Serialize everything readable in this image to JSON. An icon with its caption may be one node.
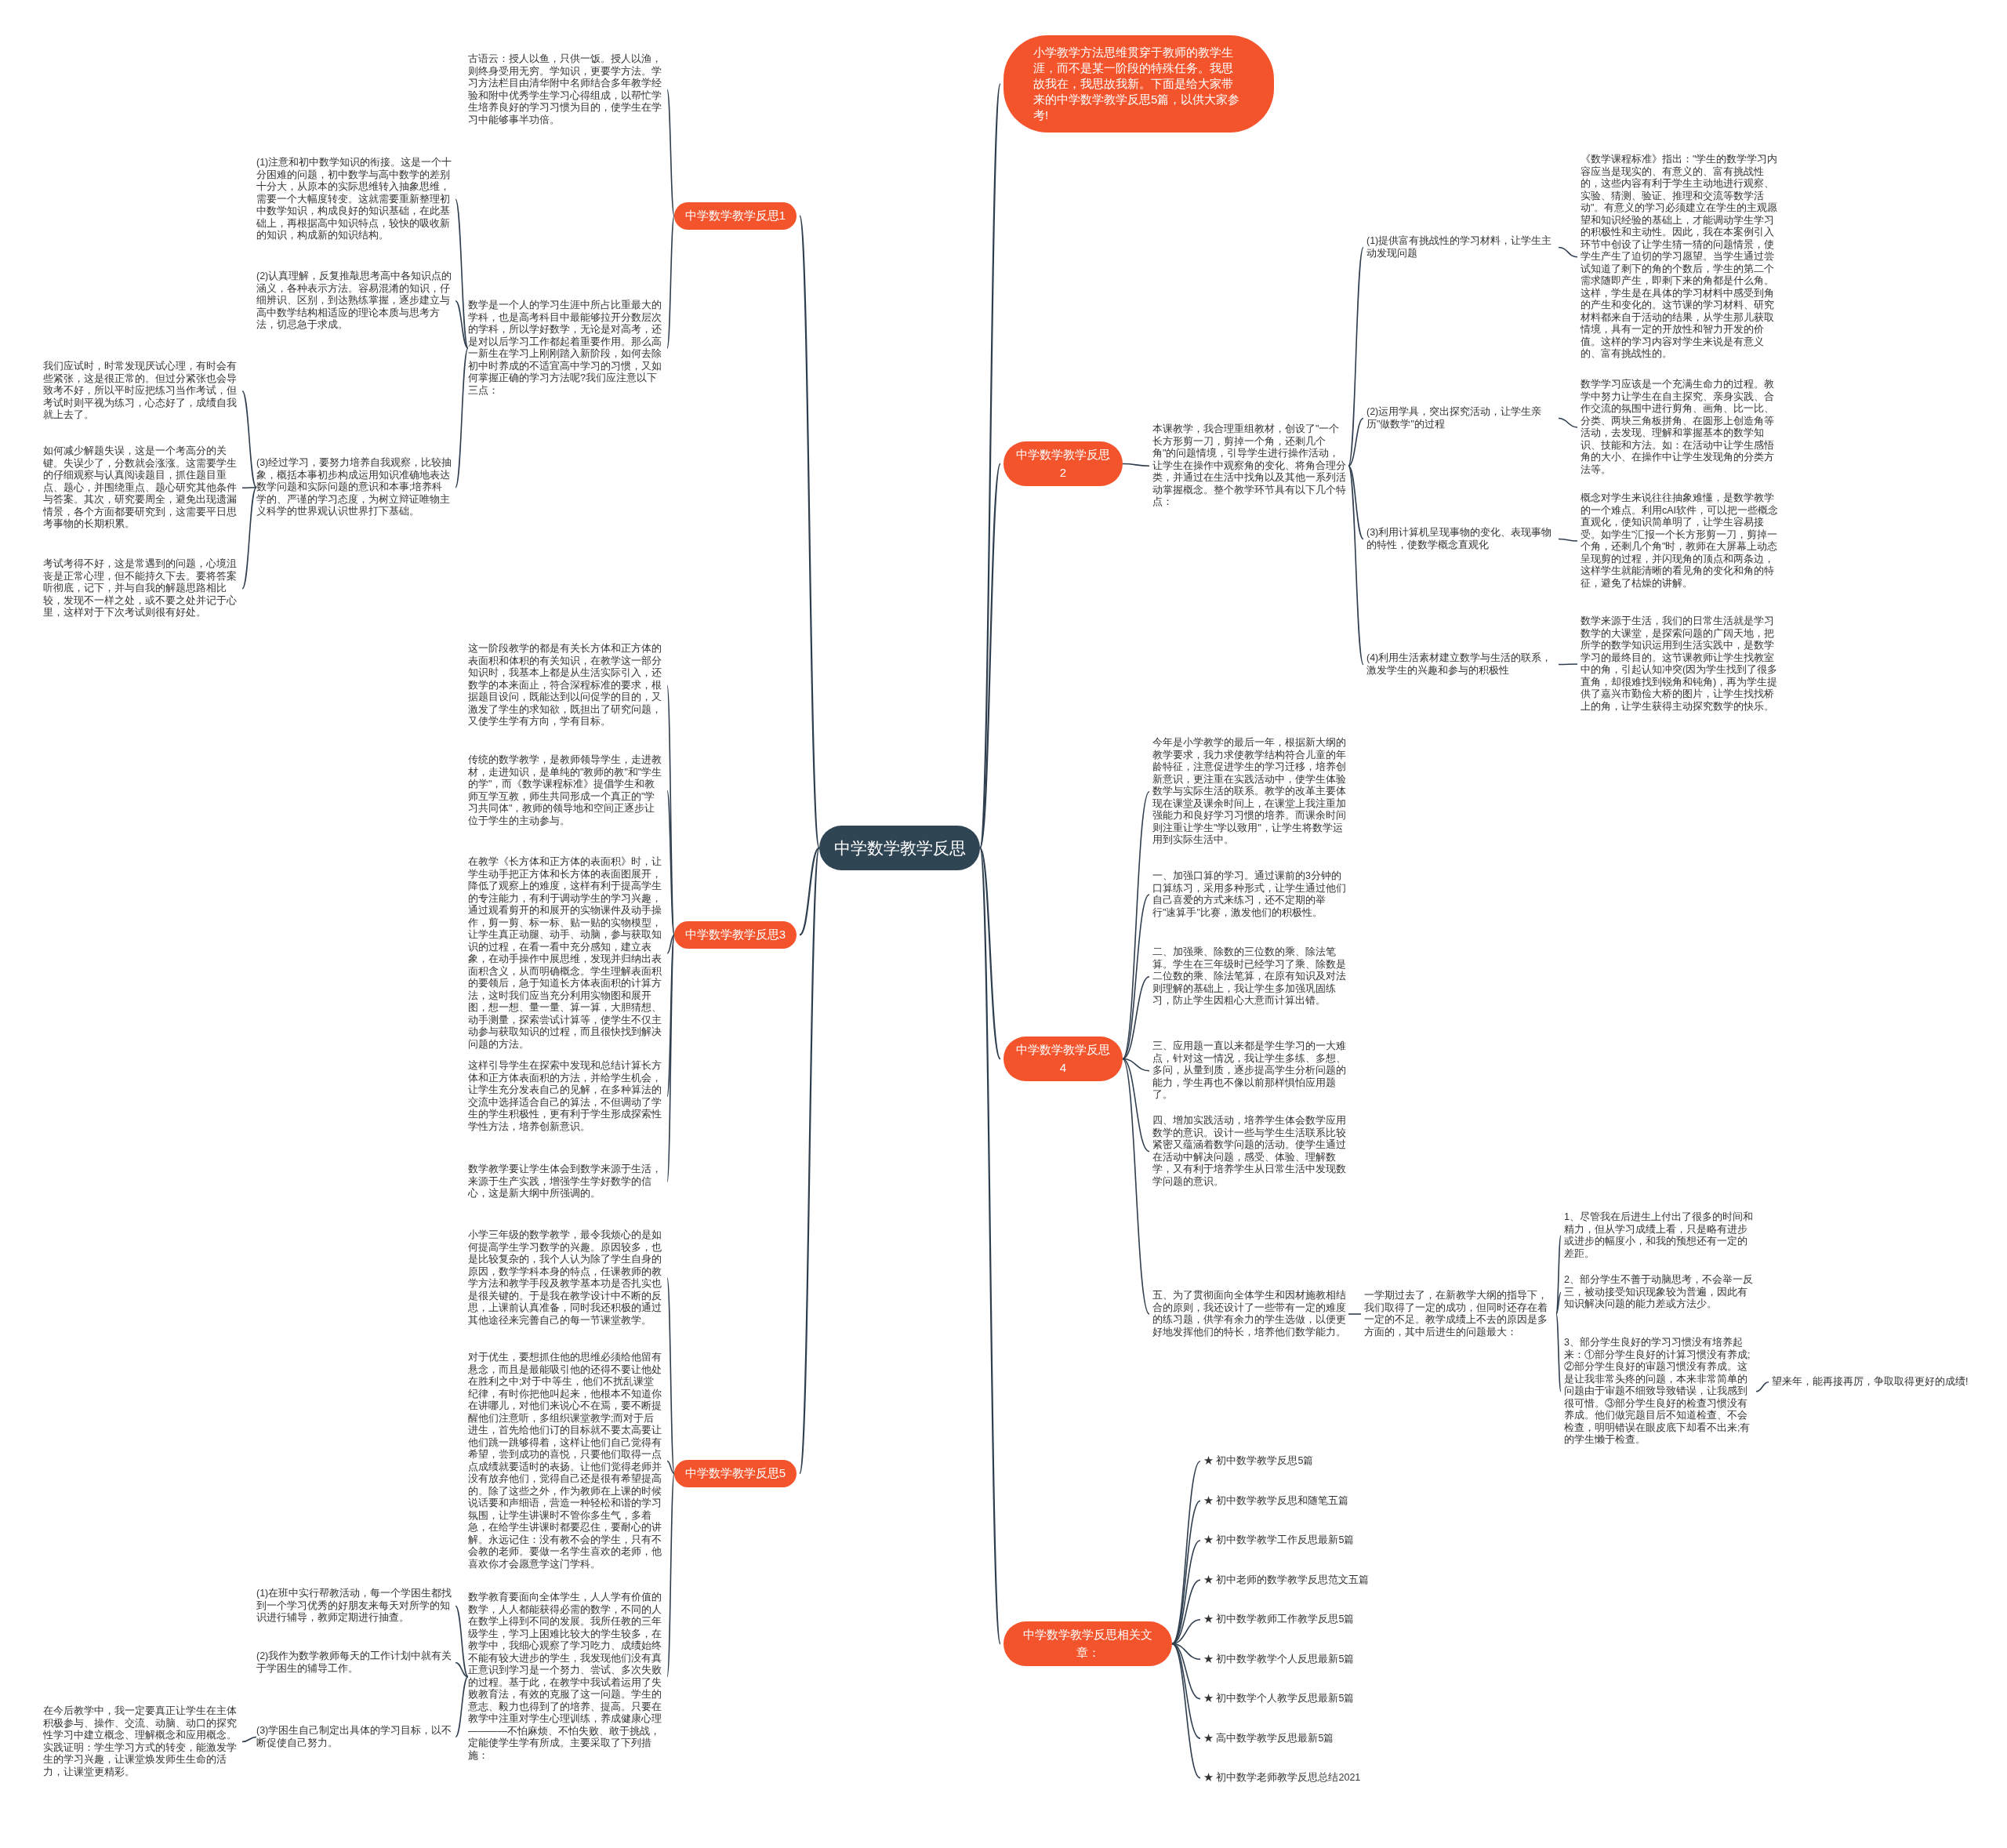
{
  "diagram": {
    "nodes": [
      {
        "text": [
          "中学数学教学反思"
        ]
      },
      {
        "text": [
          "小学教学方法思维贯穿于教师的教学生涯，而不是某一阶段的特殊任务。我思故我在，我思故我新。下面是给大家带来的中学数学教学反思5篇，以供大家参考!"
        ]
      },
      {
        "text": [
          "中学数学教学反思1"
        ]
      },
      {
        "text": [
          "古语云：授人以鱼，只供一饭。授人以渔，则终身受用无穷。学知识，更要学方法。学习方法栏目由清华附中名师结合多年教学经验和附中优秀学生学习心得组成，以帮忙学生培养良好的学习习惯为目的，使学生在学习中能够事半功倍。"
        ]
      },
      {
        "text": [
          "数学是一个人的学习生涯中所占比重最大的学科，也是高考科目中最能够拉开分数层次的学科，所以学好数学，无论是对高考，还是对以后学习工作都起着重要作用。那么高一新生在学习上刚刚踏入新阶段，如何去除初中时养成的不适宜高中学习的习惯，又如何掌握正确的学习方法呢?我们应注意以下三点："
        ]
      },
      {
        "text": [
          "(1)注意和初中数学知识的衔接。这是一个十分困难的问题，初中数学与高中数学的差别十分大，从原本的实际思维转入抽象思维，需要一个大幅度转变。这就需要重新整理初中数学知识，构成良好的知识基础，在此基础上，再根据高中知识特点，较快的吸收新的知识，构成新的知识结构。"
        ]
      },
      {
        "text": [
          "(2)认真理解，反复推敲思考高中各知识点的涵义，各种表示方法。容易混淆的知识，仔细辨识、区别，到达熟练掌握，逐步建立与高中数学结构相适应的理论本质与思考方法，切忌急于求成。"
        ]
      },
      {
        "text": [
          "(3)经过学习，要努力培养自我观察，比较抽象，概括本事初步构成运用知识准确地表达数学问题和实际问题的意识和本事;培养科学的、严谨的学习态度，为树立辩证唯物主义科学的世界观认识世界打下基础。"
        ]
      },
      {
        "text": [
          "我们应试时，时常发现厌试心理，有时会有些紧张，这是很正常的。但过分紧张也会导致考不好，所以平时应把练习当作考试，但考试时则平视为练习，心态好了，成绩自我就上去了。"
        ]
      },
      {
        "text": [
          "如何减少解题失误，这是一个考高分的关键。失误少了，分数就会涨涨。这需要学生的仔细观察与认真阅读题目，抓住题目重点、题心，并围绕重点、题心研究其他条件与答案。其次，研究要周全，避免出现遗漏情景，各个方面都要研究到，这需要平日思考事物的长期积累。"
        ]
      },
      {
        "text": [
          "考试考得不好，这是常遇到的问题，心境沮丧是正常心理，但不能持久下去。要将答案听彻底，记下，并与自我的解题思路相比较，发现不一样之处，或不要之处并记于心里，这样对于下次考试则很有好处。"
        ]
      },
      {
        "text": [
          "中学数学教学反思2"
        ]
      },
      {
        "text": [
          "本课教学，我合理重组教材，创设了\"一个长方形剪一刀，剪掉一个角，还剩几个角\"的问题情境，引导学生进行操作活动，让学生在操作中观察角的变化、将角合理分类，并通过在生活中找角以及其他一系列活动掌握概念。整个教学环节具有以下几个特点："
        ]
      },
      {
        "text": [
          "(1)提供富有挑战性的学习材料，让学生主动发现问题"
        ]
      },
      {
        "text": [
          "《数学课程标准》指出：\"学生的数学学习内容应当是现实的、有意义的、富有挑战性的，这些内容有利于学生主动地进行观察、实验、猜测、验证、推理和交流等数学活动\"。有意义的学习必须建立在学生的主观愿望和知识经验的基础上，才能调动学生学习的积极性和主动性。因此，我在本案例引入环节中创设了让学生猜一猜的问题情景，使学生产生了迫切的学习愿望。当学生通过尝试知道了剩下的角的个数后，学生的第二个需求随即产生，即剩下来的角都是什么角。这样，学生是在具体的学习材料中感受到角的产生和变化的。这节课的学习材料、研究材料都来自于活动的结果，从学生那儿获取情境，具有一定的开放性和智力开发的价值。这样的学习内容对学生来说是有意义的、富有挑战性的。"
        ]
      },
      {
        "text": [
          "(2)运用学具，突出探究活动，让学生亲历\"做数学\"的过程"
        ]
      },
      {
        "text": [
          "数学学习应该是一个充满生命力的过程。教学中努力让学生在自主探究、亲身实践、合作交流的氛围中进行剪角、画角、比一比、分类、两块三角板拼角、在圆形上创造角等活动，去发现、理解和掌握基本的数学知识、技能和方法。如：在活动中让学生感悟角的大小、在操作中让学生发现角的分类方法等。"
        ]
      },
      {
        "text": [
          "(3)利用计算机呈现事物的变化、表现事物的特性，使数学概念直观化"
        ]
      },
      {
        "text": [
          "概念对学生来说往往抽象难懂，是数学教学的一个难点。利用cAI软件，可以把一些概念直观化，使知识简单明了，让学生容易接受。如学生\"汇报一个长方形剪一刀，剪掉一个角，还剩几个角\"时，教师在大屏幕上动态呈现剪的过程，并闪现角的顶点和两条边，这样学生就能清晰的看见角的变化和角的特征，避免了枯燥的讲解。"
        ]
      },
      {
        "text": [
          "(4)利用生活素材建立数学与生活的联系，激发学生的兴趣和参与的积极性"
        ]
      },
      {
        "text": [
          "数学来源于生活，我们的日常生活就是学习数学的大课堂，是探索问题的广阔天地，把所学的数学知识运用到生活实践中，是数学学习的最终目的。这节课教师让学生找教室中的角，引起认知冲突(因为学生找到了很多直角，却很难找到锐角和钝角)，再为学生提供了嘉兴市勤俭大桥的图片，让学生找找桥上的角，让学生获得主动探究数学的快乐。"
        ]
      },
      {
        "text": [
          "中学数学教学反思3"
        ]
      },
      {
        "text": [
          "这一阶段教学的都是有关长方体和正方体的表面积和体积的有关知识，在教学这一部分知识时，我基本上都是从生活实际引入，还数学的本来面止，符合深程标准的要求，根据题目设问，既能达到以问促学的目的，又激发了学生的求知欲，既担出了研究问题，又使学生学有方向，学有目标。"
        ]
      },
      {
        "text": [
          "传统的数学教学，是教师领导学生，走进教材，走进知识，是单纯的\"教师的教\"和\"学生的学\"，而《数学课程标准》提倡学生和教师互学互教，师生共同形成一个真正的\"学习共同体\"，教师的领导地和空间正逐步让位于学生的主动参与。"
        ]
      },
      {
        "text": [
          "在教学《长方体和正方体的表面积》时，让学生动手把正方体和长方体的表面图展开，降低了观察上的难度，这样有利于提高学生的专注能力，有利于调动学生的学习兴趣，通过观看剪开的和展开的实物课件及动手操作，剪一剪、标一标、贴一贴的实物模型，让学生真正动腿、动手、动脑，参与获取知识的过程，在看一看中充分感知，建立表象，在动手操作中展思维，发现并归纳出表面积含义，从而明确概念。学生理解表面积的要领后，急于知道长方体表面积的计算方法，这时我们应当充分利用实物图和展开图，想一想、量一量、算一算，大胆猜想、动手测量，探索尝试计算等，使学生不仅主动参与获取知识的过程，而且很快找到解决问题的方法。"
        ]
      },
      {
        "text": [
          "这样引导学生在探索中发现和总结计算长方体和正方体表面积的方法，并给学生机会，让学生充分发表自己的见解，在多种算法的交流中选择适合自己的算法，不但调动了学生的学生积极性，更有利于学生形成探索性学性方法，培养创新意识。"
        ]
      },
      {
        "text": [
          "数学教学要让学生体会到数学来源于生活，来源于生产实践，增强学生学好数学的信心，这是新大纲中所强调的。"
        ]
      },
      {
        "text": [
          "中学数学教学反思4"
        ]
      },
      {
        "text": [
          "今年是小学教学的最后一年，根据新大纲的教学要求，我力求使教学结构符合儿童的年龄特征，注意促进学生的学习迁移，培养创新意识，更注重在实践活动中，使学生体验数学与实际生活的联系。教学的改革主要体现在课堂及课余时间上，在课堂上我注重加强能力和良好学习习惯的培养。而课余时间则注重让学生\"学以致用\"，让学生将数学运用到实际生活中。"
        ]
      },
      {
        "text": [
          "一、加强口算的学习。通过课前的3分钟的口算练习，采用多种形式，让学生通过他们自己喜爱的方式来练习，还不定期的举行\"速算手\"比赛，激发他们的积极性。"
        ]
      },
      {
        "text": [
          "二、加强乘、除数的三位数的乘、除法笔算。学生在三年级时已经学习了乘、除数是二位数的乘、除法笔算，在原有知识及对法则理解的基础上，我让学生多加强巩固练习，防止学生因粗心大意而计算出错。"
        ]
      },
      {
        "text": [
          "三、应用题一直以来都是学生学习的一大难点，针对这一情况，我让学生多练、多想、多问，从量到质，逐步提高学生分析问题的能力，学生再也不像以前那样惧怕应用题了。"
        ]
      },
      {
        "text": [
          "四、增加实践活动，培养学生体会数学应用数学的意识。设计一些与学生生活联系比较紧密又蕴涵着数学问题的活动。使学生通过在活动中解决问题，感受、体验、理解数学，又有利于培养学生从日常生活中发现数学问题的意识。"
        ]
      },
      {
        "text": [
          "五、为了贯彻面向全体学生和因材施教相结合的原则，我还设计了一些带有一定的难度的练习题，供学有余力的学生选做，以便更好地发挥他们的特长，培养他们数学能力。"
        ]
      },
      {
        "text": [
          "一学期过去了，在新教学大纲的指导下，我们取得了一定的成功，但同时还存在着一定的不足。教学成绩上不去的原因是多方面的，其中后进生的问题最大："
        ]
      },
      {
        "text": [
          "1、尽管我在后进生上付出了很多的时间和精力，但从学习成绩上看，只是略有进步或进步的幅度小，和我的预想还有一定的差距。"
        ]
      },
      {
        "text": [
          "2、部分学生不善于动脑思考，不会举一反三，被动接受知识现象较为普遍，因此有知识解决问题的能力差或方法少。"
        ]
      },
      {
        "text": [
          "3、部分学生良好的学习习惯没有培养起来：①部分学生良好的计算习惯没有养成;②部分学生良好的审题习惯没有养成。这是让我非常头疼的问题，本来非常简单的问题由于审题不细致导致错误，让我感到很可惜。③部分学生良好的检查习惯没有养成。他们做完题目后不知道检查、不会检查，明明错误在眼皮底下却看不出来;有的学生懒于检查。"
        ]
      },
      {
        "text": [
          "望来年，能再接再厉，争取取得更好的成绩!"
        ]
      },
      {
        "text": [
          "中学数学教学反思5"
        ]
      },
      {
        "text": [
          "小学三年级的数学教学，最令我烦心的是如何提高学生学习数学的兴趣。原因较多，也是比较复杂的，我个人认为除了学生自身的原因，数学学科本身的特点，任课教师的教学方法和教学手段及教学基本功是否扎实也是很关键的。于是我在教学设计中不断的反思，上课前认真准备，同时我还积极的通过其他途径来完善自己的每一节课堂教学。"
        ]
      },
      {
        "text": [
          "对于优生，要想抓住他的思维必须给他留有悬念，而且是最能吸引他的还得不要让他处在胜利之中;对于中等生，他们不扰乱课堂纪律，有时你把他叫起来，他根本不知道你在讲哪儿，对他们来说心不在焉，要不断提醒他们注意听，多组织课堂教学;而对于后进生，首先给他们订的目标就不要太高要让他们跳一跳够得着，这样让他们自己觉得有希望，尝到成功的喜悦，只要他们取得一点点成绩就要适时的表扬。让他们觉得老师并没有放弃他们，觉得自己还是很有希望提高的。除了这些之外，作为教师在上课的时候说话要和声细语，营造一种轻松和谐的学习氛围，让学生讲课时不管你多生气，多着急，在给学生讲课时都要忍住，要耐心的讲解。永远记住：没有教不会的学生，只有不会教的老师。要做一名学生喜欢的老师，他喜欢你才会愿意学这门学科。"
        ]
      },
      {
        "text": [
          "数学教育要面向全体学生，人人学有价值的数学，人人都能获得必需的数学，不同的人在数学上得到不同的发展。我所任教的三年级学生，学习上困难比较大的学生较多，在教学中，我细心观察了学习吃力、成绩始终不能有较大进步的学生，我发现他们没有真正意识到学习是一个努力、尝试、多次失败的过程。基于此，在教学中我试着运用了失败教育法，有效的克服了这一问题。学生的意志、毅力也得到了的培养、提高。只要在教学中注重对学生心理训练，养成健康心理————不怕麻烦、不怕失败、敢于挑战，定能使学生学有所成。主要采取了下列措施："
        ]
      },
      {
        "text": [
          "(1)在班中实行帮教活动，每一个学困生都找到一个学习优秀的好朋友来每天对所学的知识进行辅导，教师定期进行抽查。"
        ]
      },
      {
        "text": [
          "(2)我作为数学教师每天的工作计划中就有关于学困生的辅导工作。"
        ]
      },
      {
        "text": [
          "(3)学困生自己制定出具体的学习目标，以不断促使自己努力。"
        ]
      },
      {
        "text": [
          "在今后教学中，我一定要真正让学生在主体积极参与、操作、交流、动脑、动口的探究性学习中建立概念、理解概念和应用概念。实践证明：学生学习方式的转变，能激发学生的学习兴趣，让课堂焕发师生生命的活力，让课堂更精彩。"
        ]
      },
      {
        "text": [
          "中学数学教学反思相关文章："
        ]
      },
      {
        "text": [
          "★ 初中数学教学反思5篇"
        ]
      },
      {
        "text": [
          "★ 初中数学教学反思和随笔五篇"
        ]
      },
      {
        "text": [
          "★ 初中数学教学工作反思最新5篇"
        ]
      },
      {
        "text": [
          "★ 初中老师的数学教学反思范文五篇"
        ]
      },
      {
        "text": [
          "★ 初中数学教师工作教学反思5篇"
        ]
      },
      {
        "text": [
          "★ 初中数学教学个人反思最新5篇"
        ]
      },
      {
        "text": [
          "★ 初中数学个人教学反思最新5篇"
        ]
      },
      {
        "text": [
          "★ 高中数学教学反思最新5篇"
        ]
      },
      {
        "text": [
          "★ 初中数学老师教学反思总结2021"
        ]
      }
    ],
    "edges": [
      {
        "from": 0,
        "to": 1,
        "arrow": "none"
      },
      {
        "from": 0,
        "to": 2,
        "arrow": "none"
      },
      {
        "from": 0,
        "to": 11,
        "arrow": "none"
      },
      {
        "from": 0,
        "to": 21,
        "arrow": "none"
      },
      {
        "from": 0,
        "to": 27,
        "arrow": "none"
      },
      {
        "from": 0,
        "to": 39,
        "arrow": "none"
      },
      {
        "from": 0,
        "to": 47,
        "arrow": "none"
      },
      {
        "from": 2,
        "to": 3,
        "arrow": "none"
      },
      {
        "from": 2,
        "to": 4,
        "arrow": "none"
      },
      {
        "from": 4,
        "to": 5,
        "arrow": "none"
      },
      {
        "from": 4,
        "to": 6,
        "arrow": "none"
      },
      {
        "from": 4,
        "to": 7,
        "arrow": "none"
      },
      {
        "from": 7,
        "to": 8,
        "arrow": "none"
      },
      {
        "from": 7,
        "to": 9,
        "arrow": "none"
      },
      {
        "from": 7,
        "to": 10,
        "arrow": "none"
      },
      {
        "from": 11,
        "to": 12,
        "arrow": "none"
      },
      {
        "from": 12,
        "to": 13,
        "arrow": "none"
      },
      {
        "from": 12,
        "to": 15,
        "arrow": "none"
      },
      {
        "from": 12,
        "to": 17,
        "arrow": "none"
      },
      {
        "from": 12,
        "to": 19,
        "arrow": "none"
      },
      {
        "from": 13,
        "to": 14,
        "arrow": "none"
      },
      {
        "from": 15,
        "to": 16,
        "arrow": "none"
      },
      {
        "from": 17,
        "to": 18,
        "arrow": "none"
      },
      {
        "from": 19,
        "to": 20,
        "arrow": "none"
      },
      {
        "from": 21,
        "to": 22,
        "arrow": "none"
      },
      {
        "from": 21,
        "to": 23,
        "arrow": "none"
      },
      {
        "from": 21,
        "to": 24,
        "arrow": "none"
      },
      {
        "from": 21,
        "to": 25,
        "arrow": "none"
      },
      {
        "from": 21,
        "to": 26,
        "arrow": "none"
      },
      {
        "from": 27,
        "to": 28,
        "arrow": "none"
      },
      {
        "from": 27,
        "to": 29,
        "arrow": "none"
      },
      {
        "from": 27,
        "to": 30,
        "arrow": "none"
      },
      {
        "from": 27,
        "to": 31,
        "arrow": "none"
      },
      {
        "from": 27,
        "to": 32,
        "arrow": "none"
      },
      {
        "from": 27,
        "to": 33,
        "arrow": "none"
      },
      {
        "from": 33,
        "to": 34,
        "arrow": "none"
      },
      {
        "from": 34,
        "to": 35,
        "arrow": "none"
      },
      {
        "from": 34,
        "to": 36,
        "arrow": "none"
      },
      {
        "from": 34,
        "to": 37,
        "arrow": "none"
      },
      {
        "from": 37,
        "to": 38,
        "arrow": "none"
      },
      {
        "from": 39,
        "to": 40,
        "arrow": "none"
      },
      {
        "from": 39,
        "to": 41,
        "arrow": "none"
      },
      {
        "from": 39,
        "to": 42,
        "arrow": "none"
      },
      {
        "from": 42,
        "to": 43,
        "arrow": "none"
      },
      {
        "from": 42,
        "to": 44,
        "arrow": "none"
      },
      {
        "from": 42,
        "to": 45,
        "arrow": "none"
      },
      {
        "from": 45,
        "to": 46,
        "arrow": "none"
      },
      {
        "from": 47,
        "to": 48,
        "arrow": "none"
      },
      {
        "from": 47,
        "to": 49,
        "arrow": "none"
      },
      {
        "from": 47,
        "to": 50,
        "arrow": "none"
      },
      {
        "from": 47,
        "to": 51,
        "arrow": "none"
      },
      {
        "from": 47,
        "to": 52,
        "arrow": "none"
      },
      {
        "from": 47,
        "to": 53,
        "arrow": "none"
      },
      {
        "from": 47,
        "to": 54,
        "arrow": "none"
      },
      {
        "from": 47,
        "to": 55,
        "arrow": "none"
      },
      {
        "from": 47,
        "to": 56,
        "arrow": "none"
      }
    ]
  }
}
